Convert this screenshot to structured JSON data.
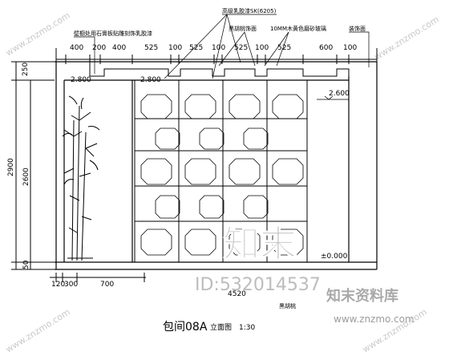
{
  "drawing": {
    "title": "包间08A",
    "subtitle": "立面图",
    "scale": "1:30"
  },
  "callouts": {
    "sk_label": "高级乳胶漆SK(6205)",
    "stone_label": "壁橱处用石膏板贴雕刻饰乳胶漆",
    "bar_label": "黑胡桃饰面",
    "glass_label": "10MM木黄色磨砂玻璃",
    "decor_label": "装饰面",
    "bottom_label": "黑胡桃"
  },
  "top_dims": [
    "400",
    "200",
    "400",
    "525",
    "100",
    "525",
    "100",
    "525",
    "100",
    "525",
    "600",
    "100"
  ],
  "left_dims": {
    "outer": "2900",
    "inner": "2600",
    "top_small": "250",
    "bottom_small": "50"
  },
  "levels": {
    "left": "2.800",
    "mid": "2.800",
    "right": "2.600",
    "floor": "±0.000"
  },
  "bottom_dims": [
    "120",
    "300",
    "700"
  ],
  "bottom_total": "4520",
  "watermark": {
    "brand": "知末",
    "id": "ID:532014537",
    "brand_cn": "知末资料库",
    "site": "www.znzmo.com",
    "diag": "www.znzmo.com"
  },
  "colors": {
    "line": "#000000",
    "watermark": "#c9c9c9",
    "background": "#ffffff"
  }
}
